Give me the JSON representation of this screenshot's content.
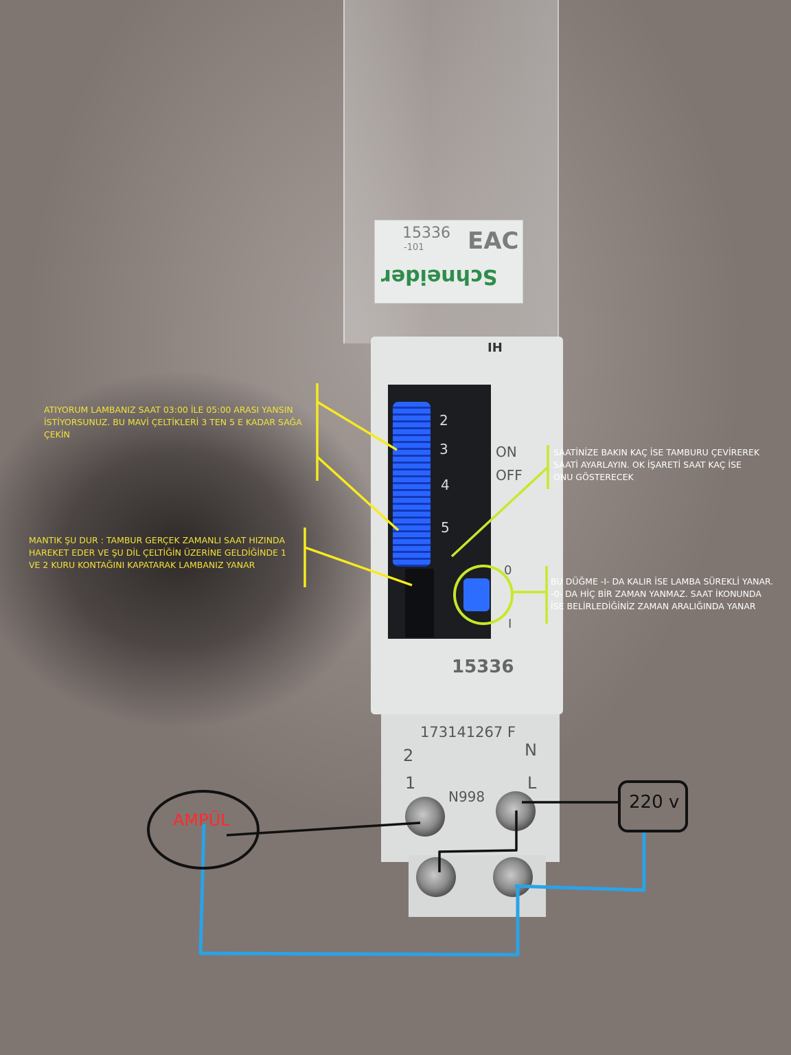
{
  "annotations": {
    "drum_instruction": [
      "ATIYORUM LAMBANIZ SAAT 03:00 İLE 05:00 ARASI YANSIN",
      "İSTİYORSUNUZ. BU MAVİ ÇELTİKLERİ 3 TEN 5 E KADAR SAĞA",
      "ÇEKİN"
    ],
    "logic_explanation": [
      "MANTIK ŞU DUR : TAMBUR GERÇEK ZAMANLI SAAT HIZINDA",
      "HAREKET EDER VE ŞU DİL ÇELTİĞİN ÜZERİNE GELDİĞİNDE 1",
      "VE 2 KURU KONTAĞINI KAPATARAK LAMBANIZ YANAR"
    ],
    "set_time": [
      "SAATİNİZE BAKIN KAÇ İSE TAMBURU ÇEVİREREK",
      "SAATİ AYARLAYIN. OK İŞARETİ SAAT KAÇ İSE",
      "ONU GÖSTERECEK"
    ],
    "switch_modes": [
      "BU DÜĞME -I- DA KALIR İSE LAMBA SÜREKLİ YANAR.",
      "-0- DA HİÇ BİR ZAMAN YANMAZ. SAAT İKONUNDA",
      "İSE BELİRLEDİĞİNİZ ZAMAN ARALIĞINDA YANAR"
    ]
  },
  "wiring": {
    "lamp_label": "AMPÜL",
    "supply_label": "220 v"
  },
  "device": {
    "brand": "Schneider",
    "model_top": "15336",
    "model_sub": "-101",
    "cert_mark": "EAC",
    "model_front": "15336",
    "serial": "173141267 F",
    "approval": "N998",
    "hour_marks": [
      "2",
      "3",
      "4",
      "5"
    ],
    "mode_on": "ON",
    "mode_off": "OFF",
    "switch_pos_0": "0",
    "switch_pos_1": "I",
    "corner_mark": "IH",
    "term_2": "2",
    "term_1": "1",
    "term_N": "N",
    "term_L": "L"
  },
  "colors": {
    "annotation_text": "#f2e33a",
    "annotation_lines_yellow": "#f7ea1e",
    "annotation_lines_green": "#c6e82a",
    "neutral_wire": "#2aa3e6",
    "live_wire": "#111111",
    "lamp_text": "#ff2a2a",
    "drum_blue": "#2a64ff"
  }
}
